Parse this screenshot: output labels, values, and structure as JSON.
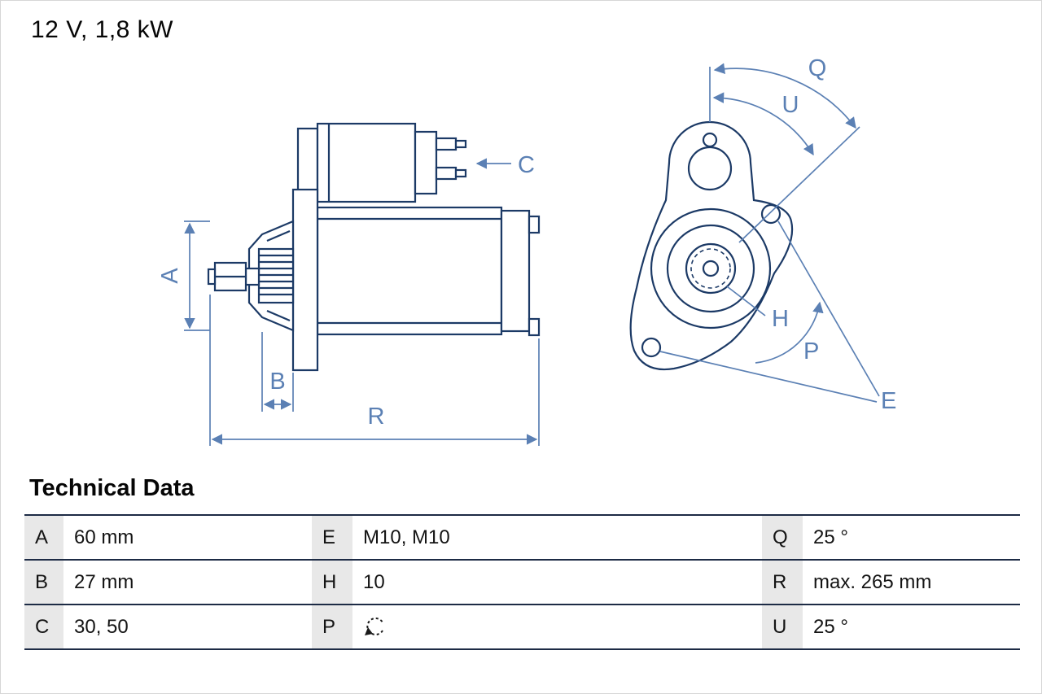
{
  "title": "12 V, 1,8 kW",
  "drawing": {
    "labels": {
      "a": "A",
      "b": "B",
      "c": "C",
      "r": "R",
      "q": "Q",
      "u": "U",
      "h": "H",
      "p": "P",
      "e": "E"
    },
    "colors": {
      "outline": "#1c3a66",
      "dimension": "#5b80b4"
    }
  },
  "table": {
    "heading": "Technical Data",
    "rows": [
      {
        "cells": [
          {
            "key": "A",
            "value": "60 mm"
          },
          {
            "key": "E",
            "value": "M10, M10"
          },
          {
            "key": "Q",
            "value": "25 °"
          }
        ]
      },
      {
        "cells": [
          {
            "key": "B",
            "value": "27 mm"
          },
          {
            "key": "H",
            "value": "10"
          },
          {
            "key": "R",
            "value": "max. 265 mm"
          }
        ]
      },
      {
        "cells": [
          {
            "key": "C",
            "value": "30, 50"
          },
          {
            "key": "P",
            "value": "",
            "icon": "rotation-direction-icon"
          },
          {
            "key": "U",
            "value": "25 °"
          }
        ]
      }
    ]
  }
}
